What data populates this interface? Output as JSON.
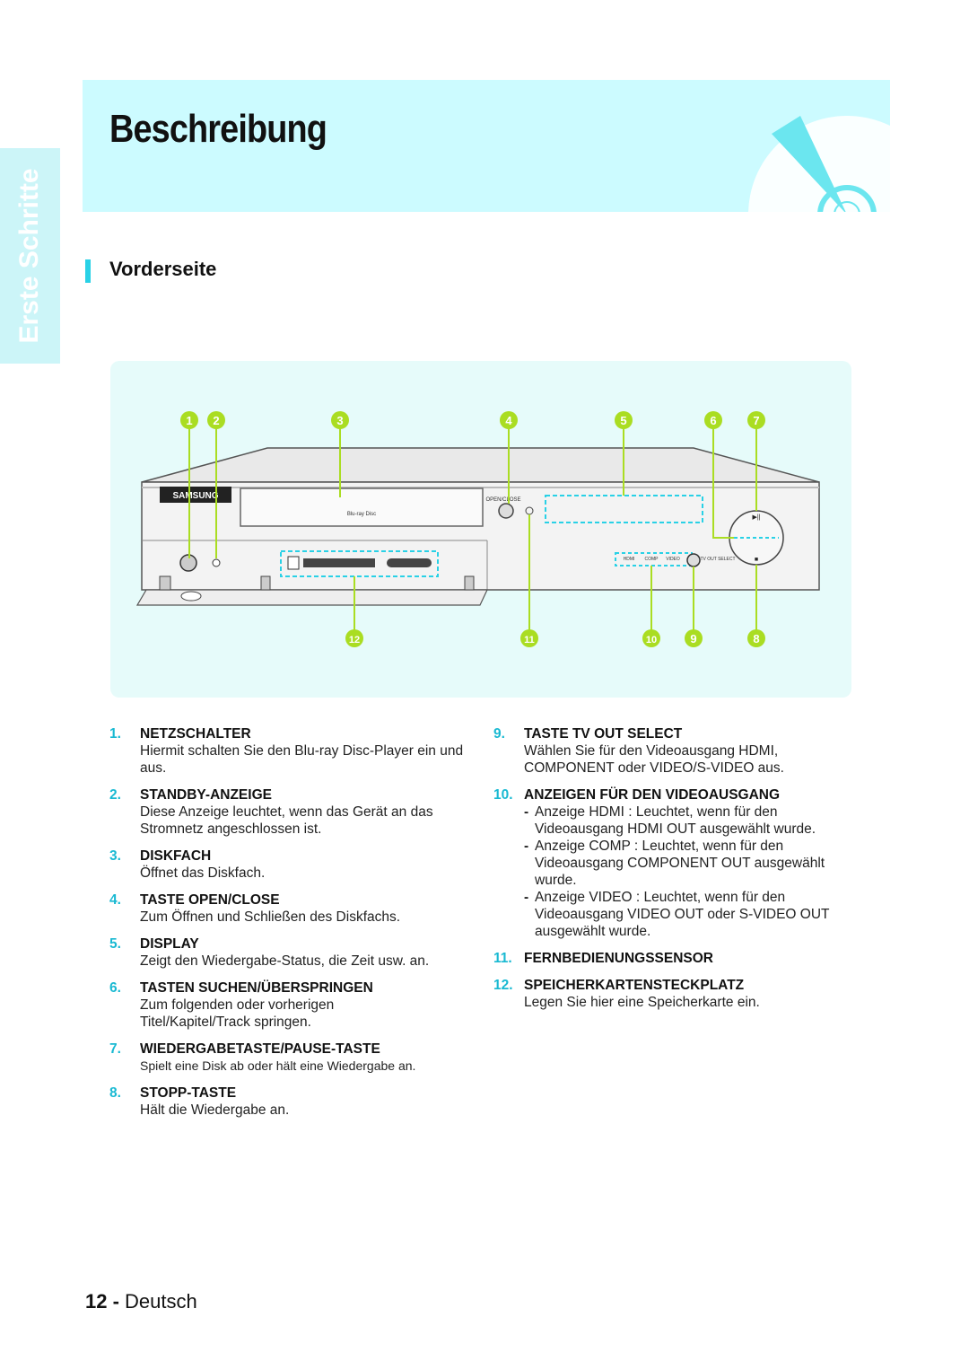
{
  "side_tab": "Erste Schritte",
  "page_title": "Beschreibung",
  "section_title": "Vorderseite",
  "figure": {
    "callouts_top": [
      "1",
      "2",
      "3",
      "4",
      "5",
      "6",
      "7"
    ],
    "callouts_bottom": [
      "12",
      "11",
      "10",
      "9",
      "8"
    ],
    "brand": "SAMSUNG",
    "open_close": "OPEN/CLOSE",
    "bluray_logo": "Blu-ray Disc",
    "indicators": [
      "HDMI",
      "COMP",
      "VIDEO"
    ],
    "tv_out_select": "TV OUT SELECT"
  },
  "left_items": [
    {
      "num": "1.",
      "head": "NETZSCHALTER",
      "desc": "Hiermit schalten Sie den Blu-ray Disc-Player ein und aus."
    },
    {
      "num": "2.",
      "head": "STANDBY-ANZEIGE",
      "desc": "Diese Anzeige leuchtet, wenn das Gerät an das Stromnetz angeschlossen ist."
    },
    {
      "num": "3.",
      "head": "DISKFACH",
      "desc": "Öffnet das Diskfach."
    },
    {
      "num": "4.",
      "head": "TASTE OPEN/CLOSE",
      "desc": "Zum Öffnen und Schließen des Diskfachs."
    },
    {
      "num": "5.",
      "head": "DISPLAY",
      "desc": "Zeigt den Wiedergabe-Status, die Zeit usw. an."
    },
    {
      "num": "6.",
      "head": "TASTEN SUCHEN/ÜBERSPRINGEN",
      "desc": "Zum folgenden oder vorherigen Titel/Kapitel/Track springen."
    },
    {
      "num": "7.",
      "head": "WIEDERGABETASTE/PAUSE-TASTE",
      "desc": "Spielt eine Disk ab oder hält eine Wiedergabe an."
    },
    {
      "num": "8.",
      "head": "STOPP-TASTE",
      "desc": "Hält die Wiedergabe an."
    }
  ],
  "right_items": {
    "i9": {
      "num": "9.",
      "head": "TASTE TV OUT SELECT",
      "desc": "Wählen Sie für den Videoausgang HDMI, COMPONENT oder VIDEO/S-VIDEO aus."
    },
    "i10": {
      "num": "10.",
      "head": "ANZEIGEN FÜR DEN VIDEOAUSGANG",
      "bullets": [
        "Anzeige HDMI : Leuchtet, wenn für den Videoausgang HDMI OUT ausgewählt wurde.",
        "Anzeige COMP : Leuchtet, wenn für den Videoausgang COMPONENT OUT ausgewählt wurde.",
        "Anzeige VIDEO : Leuchtet, wenn für den Videoausgang VIDEO OUT oder S-VIDEO OUT ausgewählt wurde."
      ]
    },
    "i11": {
      "num": "11.",
      "head": "FERNBEDIENUNGSSENSOR"
    },
    "i12": {
      "num": "12.",
      "head": "SPEICHERKARTENSTECKPLATZ",
      "desc": "Legen Sie hier eine Speicherkarte ein."
    }
  },
  "page_number": "12 -",
  "page_language": "Deutsch",
  "colors": {
    "accent": "#29d1e6",
    "header_bg": "#ccfbff",
    "sidetab_bg": "#ccf5f8",
    "figure_bg": "#e6fbfa",
    "callout": "#aadd22"
  }
}
